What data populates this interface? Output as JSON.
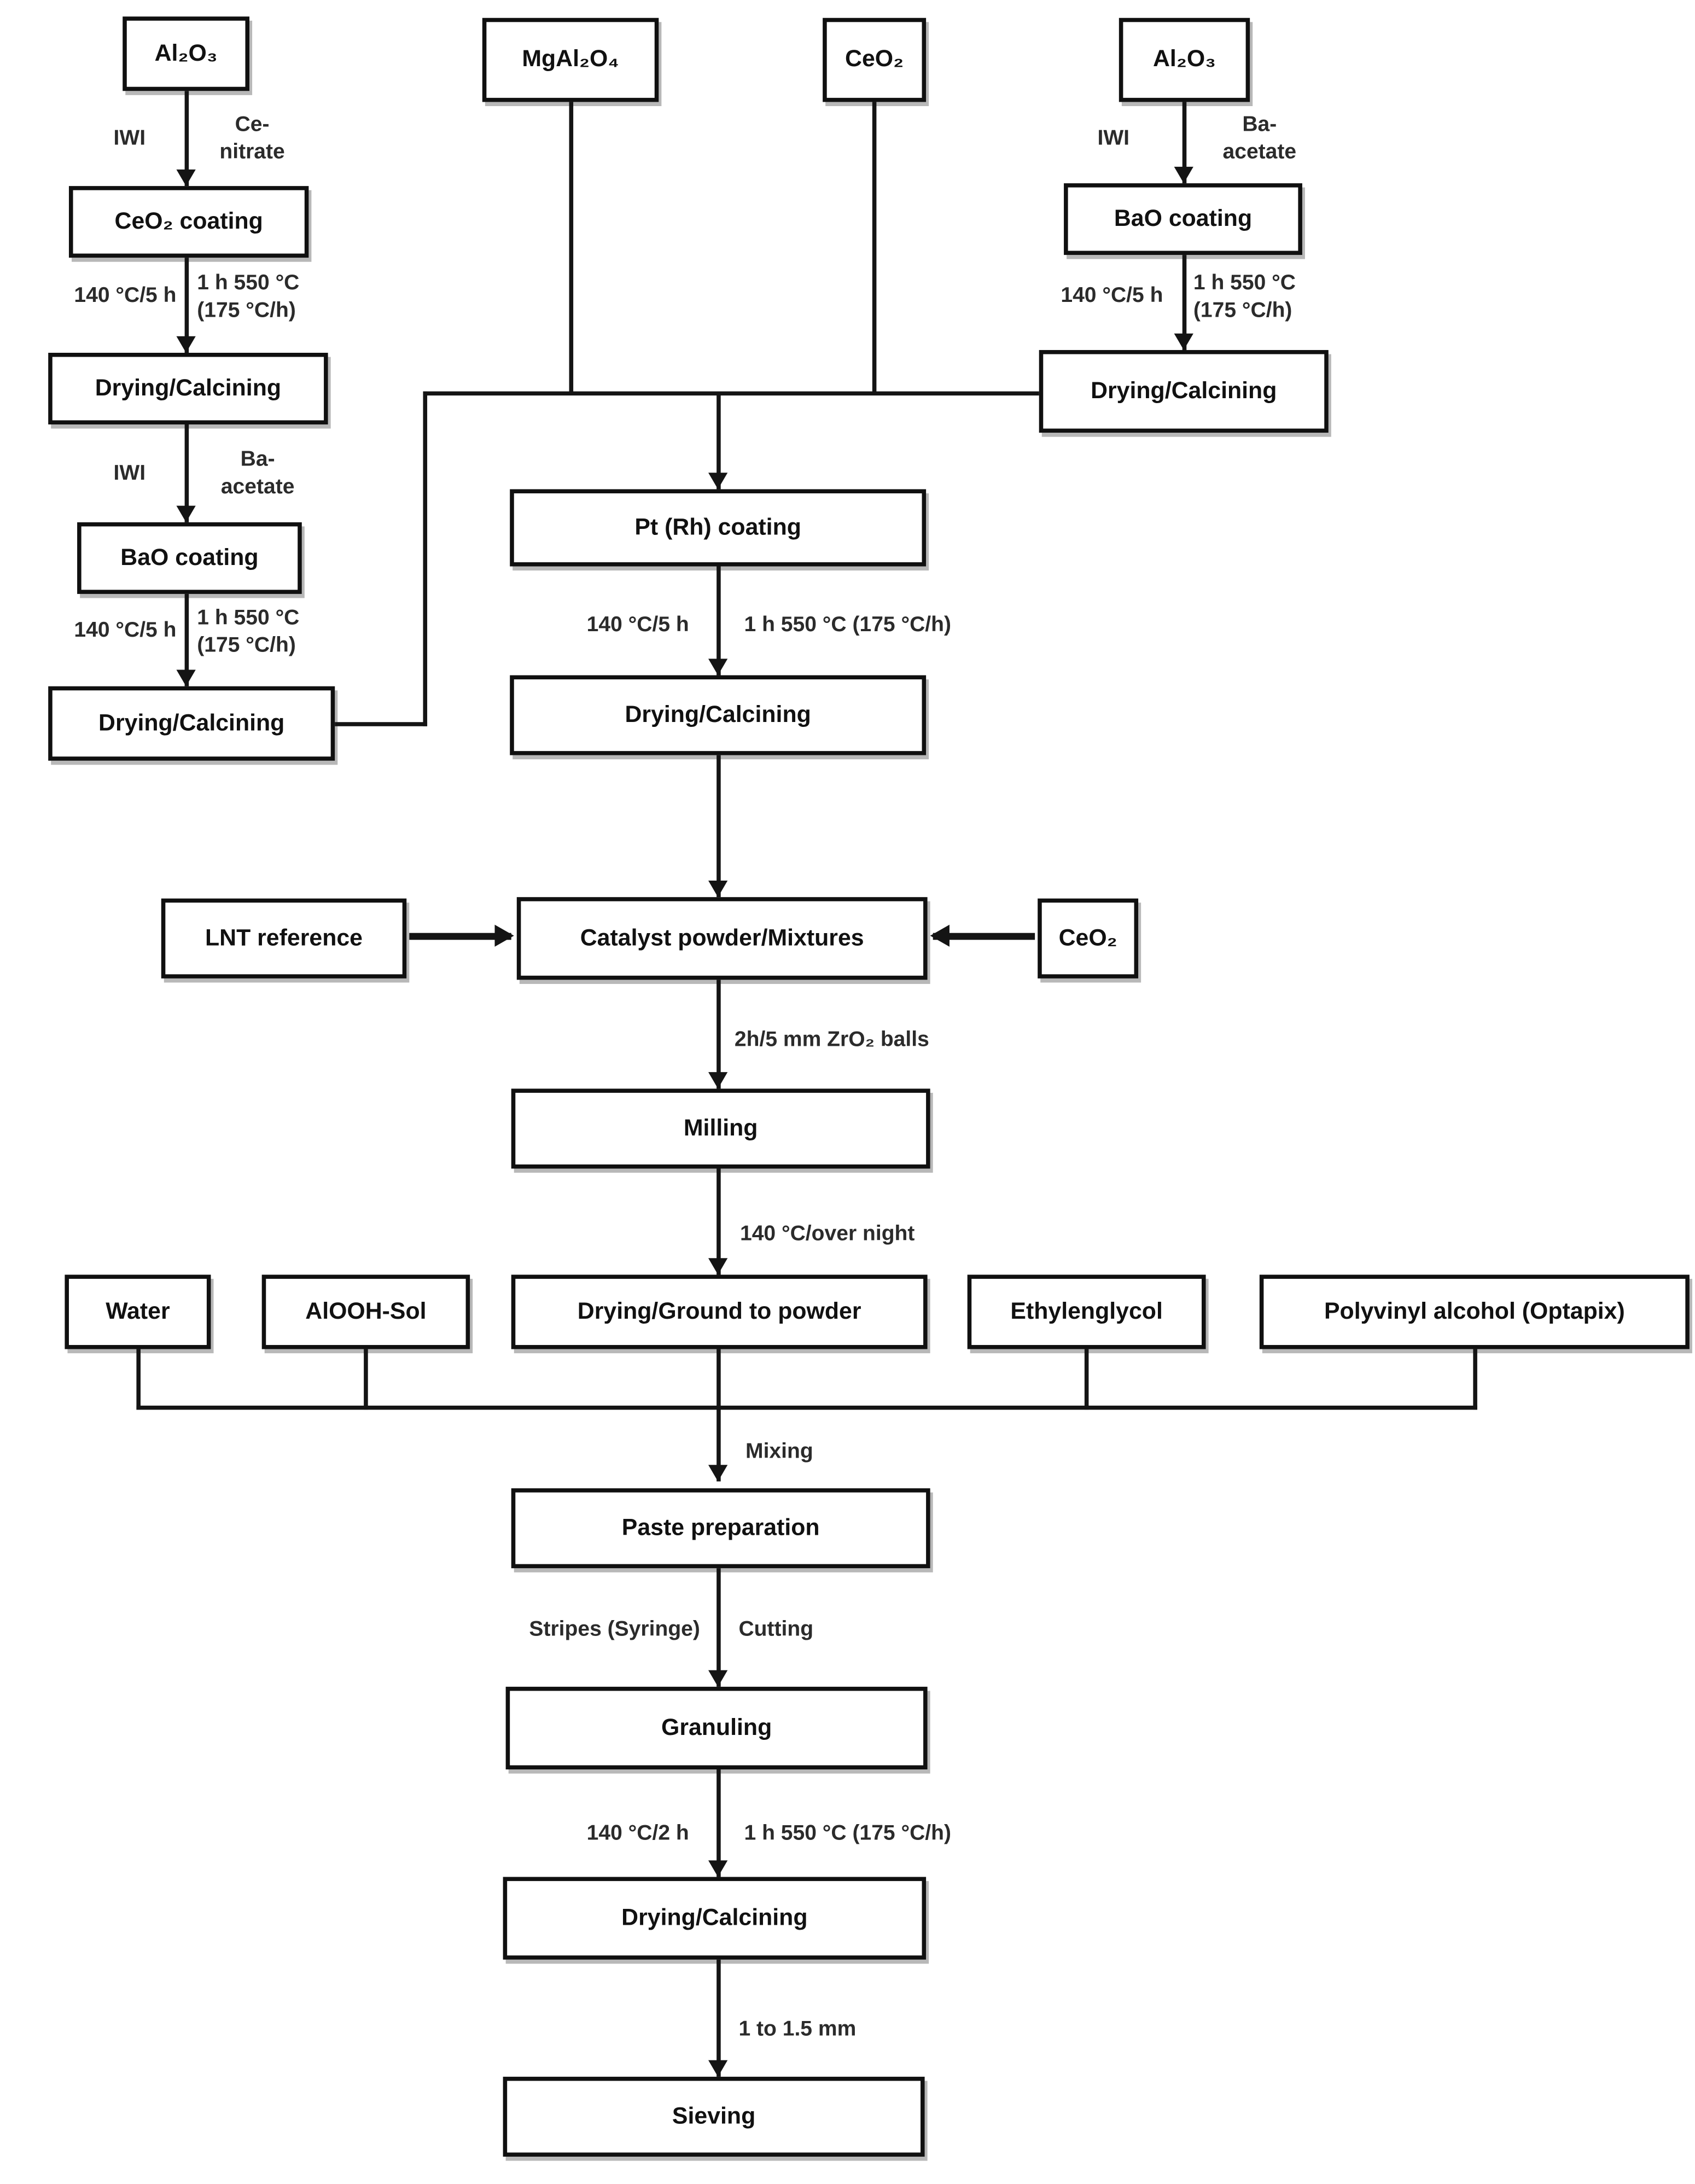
{
  "diagram": {
    "boxes": {
      "al2o3_left": "Al₂O₃",
      "ceo2_coating": "CeO₂ coating",
      "drying_left_1": "Drying/Calcining",
      "bao_left": "BaO coating",
      "drying_left_2": "Drying/Calcining",
      "mgal2o4": "MgAl₂O₄",
      "ceo2_top": "CeO₂",
      "al2o3_right": "Al₂O₃",
      "bao_right": "BaO coating",
      "drying_right": "Drying/Calcining",
      "pt_coating": "Pt (Rh) coating",
      "drying_mid": "Drying/Calcining",
      "lnt_reference": "LNT reference",
      "catalyst_powder": "Catalyst powder/Mixtures",
      "ceo2_mid": "CeO₂",
      "milling": "Milling",
      "water": "Water",
      "alooh_sol": "AlOOH-Sol",
      "drying_ground": "Drying/Ground to powder",
      "ethylenglycol": "Ethylenglycol",
      "polyvinyl": "Polyvinyl alcohol (Optapix)",
      "paste_prep": "Paste preparation",
      "granuling": "Granuling",
      "drying_bottom": "Drying/Calcining",
      "sieving": "Sieving"
    },
    "labels": {
      "iwi_left_1": "IWI",
      "ce_nitrate": "Ce-\nnitrate",
      "dry_left_1": "140 °C/5 h",
      "calc_left_1": "1 h 550 °C\n(175 °C/h)",
      "iwi_left_2": "IWI",
      "ba_acetate_left": "Ba-\nacetate",
      "dry_left_2": "140 °C/5 h",
      "calc_left_2": "1 h 550 °C\n(175 °C/h)",
      "iwi_right": "IWI",
      "ba_acetate_right": "Ba-\nacetate",
      "dry_right": "140 °C/5 h",
      "calc_right": "1 h 550 °C\n(175 °C/h)",
      "dry_mid": "140 °C/5 h",
      "calc_mid": "1 h 550 °C (175 °C/h)",
      "milling_note": "2h/5 mm ZrO₂ balls",
      "overnight": "140 °C/over night",
      "mixing": "Mixing",
      "stripes": "Stripes (Syringe)",
      "cutting": "Cutting",
      "dry_granule": "140 °C/2 h",
      "calc_granule": "1 h 550 °C (175 °C/h)",
      "sieve_size": "1 to 1.5 mm"
    }
  }
}
